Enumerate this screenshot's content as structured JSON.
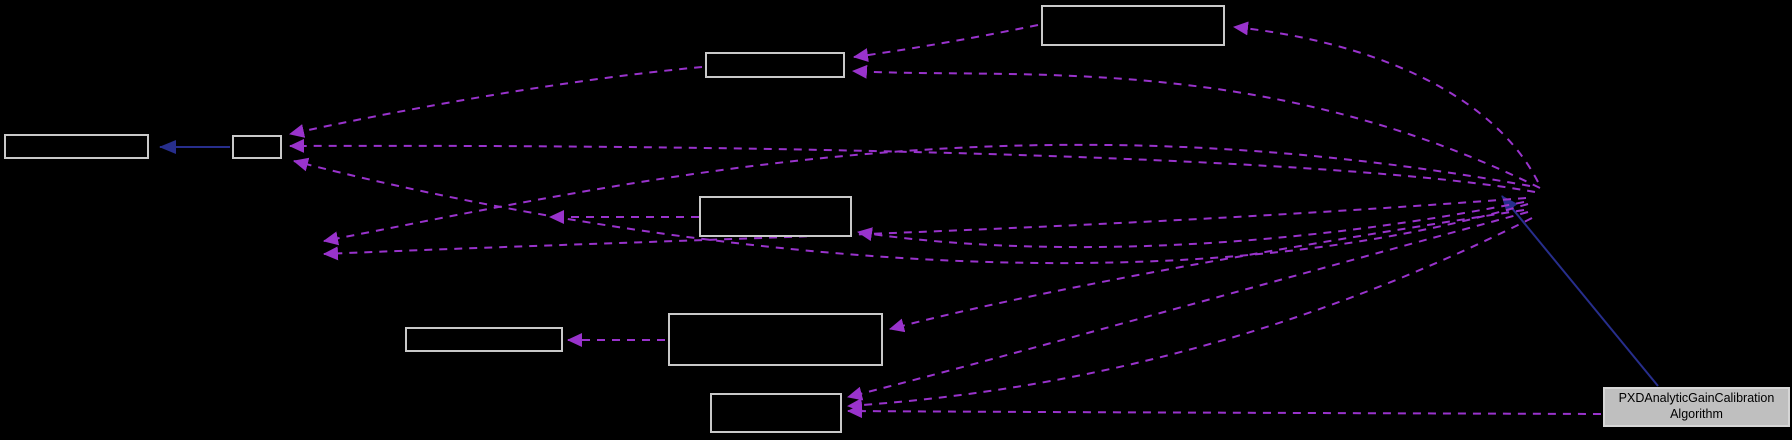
{
  "diagram": {
    "type": "collaboration-graph",
    "background": "#000000",
    "current_node": {
      "label_line1": "PXDAnalyticGainCalibration",
      "label_line2": "Algorithm",
      "fill": "#bfbfbf",
      "text_color": "#000000"
    },
    "unlabeled_nodes": [
      {
        "id": "node-top-right",
        "label": ""
      },
      {
        "id": "node-upper-mid",
        "label": ""
      },
      {
        "id": "node-left",
        "label": ""
      },
      {
        "id": "node-left-small",
        "label": ""
      },
      {
        "id": "node-middle",
        "label": ""
      },
      {
        "id": "node-lower-left",
        "label": ""
      },
      {
        "id": "node-lower-mid",
        "label": ""
      },
      {
        "id": "node-bottom-mid",
        "label": ""
      }
    ],
    "edges": {
      "usage_style": "dashed",
      "usage_color": "#9933cc",
      "inheritance_style": "solid",
      "inheritance_color": "#272e8c",
      "usage_count": 15,
      "inheritance_count": 2
    }
  },
  "theme": {
    "bg": "#000000",
    "edge_usage": "#9933cc",
    "edge_inheritance": "#272e8c",
    "node_border": "#c9c9c9",
    "node_fill": "#000000",
    "current_fill": "#bfbfbf",
    "current_border": "#d6d6d6",
    "current_text": "#000000"
  }
}
